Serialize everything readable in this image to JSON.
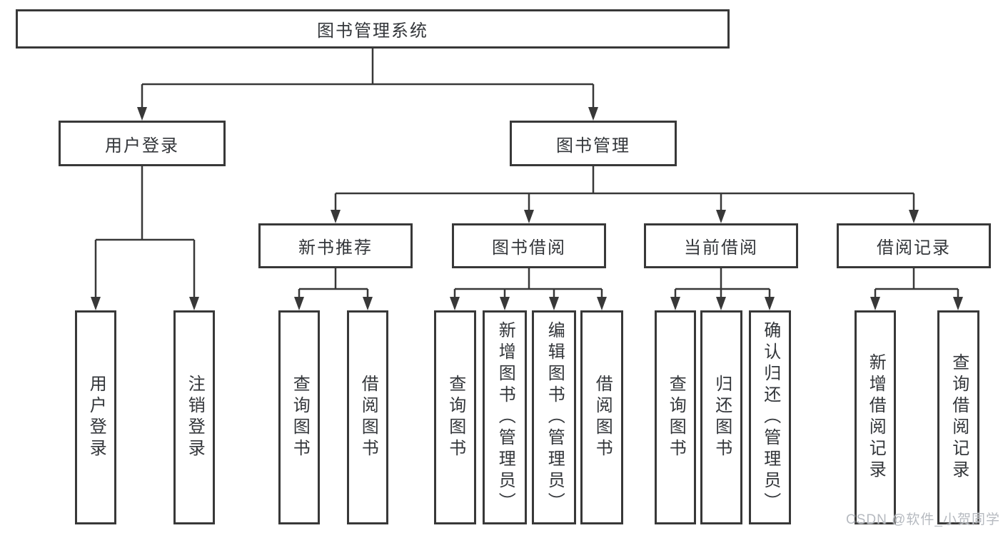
{
  "diagram_title": "图书管理系统",
  "tree": {
    "label": "图书管理系统",
    "children": [
      {
        "label": "用户登录",
        "children": [
          {
            "label": "用户登录"
          },
          {
            "label": "注销登录"
          }
        ]
      },
      {
        "label": "图书管理",
        "children": [
          {
            "label": "新书推荐",
            "children": [
              {
                "label": "查询图书"
              },
              {
                "label": "借阅图书"
              }
            ]
          },
          {
            "label": "图书借阅",
            "children": [
              {
                "label": "查询图书"
              },
              {
                "label": "新增图书（管理员）"
              },
              {
                "label": "编辑图书（管理员）"
              },
              {
                "label": "借阅图书"
              }
            ]
          },
          {
            "label": "当前借阅",
            "children": [
              {
                "label": "查询图书"
              },
              {
                "label": "归还图书"
              },
              {
                "label": "确认归还（管理员）"
              }
            ]
          },
          {
            "label": "借阅记录",
            "children": [
              {
                "label": "新增借阅记录"
              },
              {
                "label": "查询借阅记录"
              }
            ]
          }
        ]
      }
    ]
  },
  "watermark": "CSDN @软件_小贺同学",
  "colors": {
    "line": "#383838",
    "text": "#33363a",
    "watermark": "#b6bac0",
    "background": "#ffffff"
  }
}
